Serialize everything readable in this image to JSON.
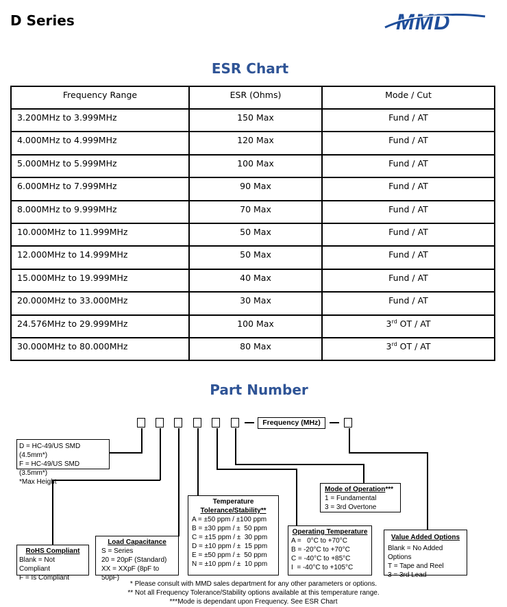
{
  "header": {
    "title": "D Series",
    "logo_text": "MMD",
    "logo_color": "#1f4e9a"
  },
  "esr": {
    "title": "ESR Chart",
    "columns": [
      "Frequency Range",
      "ESR (Ohms)",
      "Mode / Cut"
    ],
    "rows": [
      {
        "freq": "3.200MHz to 3.999MHz",
        "esr": "150 Max",
        "mode": "Fund / AT"
      },
      {
        "freq": "4.000MHz to 4.999MHz",
        "esr": "120 Max",
        "mode": "Fund / AT"
      },
      {
        "freq": "5.000MHz to 5.999MHz",
        "esr": "100 Max",
        "mode": "Fund / AT"
      },
      {
        "freq": "6.000MHz to 7.999MHz",
        "esr": "90 Max",
        "mode": "Fund / AT"
      },
      {
        "freq": "8.000MHz to 9.999MHz",
        "esr": "70 Max",
        "mode": "Fund / AT"
      },
      {
        "freq": "10.000MHz to 11.999MHz",
        "esr": "50 Max",
        "mode": "Fund / AT"
      },
      {
        "freq": "12.000MHz to 14.999MHz",
        "esr": "50 Max",
        "mode": "Fund / AT"
      },
      {
        "freq": "15.000MHz to 19.999MHz",
        "esr": "40 Max",
        "mode": "Fund / AT"
      },
      {
        "freq": "20.000MHz to 33.000MHz",
        "esr": "30 Max",
        "mode": "Fund / AT"
      },
      {
        "freq": "24.576MHz to 29.999MHz",
        "esr": "100 Max",
        "mode_num": "3",
        "mode_sup": "rd",
        "mode_rest": " OT / AT"
      },
      {
        "freq": "30.000MHz to 80.000MHz",
        "esr": "80 Max",
        "mode_num": "3",
        "mode_sup": "rd",
        "mode_rest": " OT / AT"
      }
    ]
  },
  "part_number": {
    "title": "Part Number",
    "frequency_label": "Frequency (MHz)",
    "package": {
      "lines": [
        "D = HC-49/US SMD (4.5mm*)",
        "F = HC-49/US SMD (3.5mm*)",
        "*Max Height"
      ]
    },
    "rohs": {
      "heading": "RoHS Compliant",
      "lines": [
        "Blank = Not Compliant",
        "F = Is Compliant"
      ]
    },
    "load": {
      "heading": "Load Capacitance",
      "lines": [
        "S = Series",
        "20 = 20pF (Standard)",
        "XX = XXpF (8pF to 50pF)"
      ]
    },
    "tolerance": {
      "heading1": "Temperature",
      "heading2": "Tolerance/Stability**",
      "lines": [
        "A = ±50 ppm / ±100 ppm",
        "B = ±30 ppm / ±  50 ppm",
        "C = ±15 ppm / ±  30 ppm",
        "D = ±10 ppm / ±  15 ppm",
        "E = ±50 ppm / ±  50 ppm",
        "N = ±10 ppm / ±  10 ppm"
      ]
    },
    "operating": {
      "heading": "Operating Temperature",
      "lines": [
        "A =   0°C to +70°C",
        "B = -20°C to +70°C",
        "C = -40°C to +85°C",
        "I  = -40°C to +105°C"
      ]
    },
    "mode": {
      "heading": "Mode of Operation",
      "heading_suffix": "***",
      "lines": [
        "1 = Fundamental",
        "3 = 3rd Overtone"
      ]
    },
    "value_added": {
      "heading": "Value Added Options",
      "lines": [
        "Blank = No Added Options",
        "T = Tape and Reel",
        "3 = 3rd Lead"
      ]
    },
    "notes": [
      "* Please consult with MMD sales department for any other parameters or options.",
      "** Not all Frequency Tolerance/Stability options available at this temperature range.",
      "***Mode is dependant upon Frequency. See ESR Chart"
    ]
  }
}
